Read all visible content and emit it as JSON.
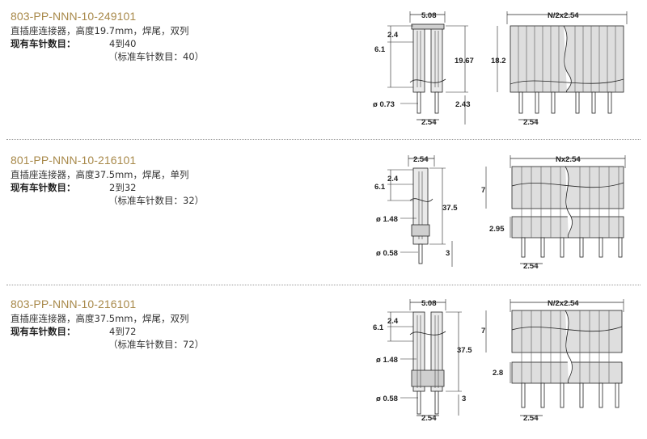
{
  "products": [
    {
      "part_number": "803-PP-NNN-10-249101",
      "description": "直插座连接器，高度19.7mm，焊尾，双列",
      "pins_label": "现有车针数目：",
      "pins_value": "4到40",
      "standard_pins": "（标准车针数目：40）",
      "dims": {
        "pitch_top": "5.08",
        "pitch_bottom": "2.54",
        "a": "2.4",
        "b": "6.1",
        "height": "19.67",
        "tail": "2.43",
        "dia": "ø 0.73",
        "right_width": "N/2x2.54",
        "right_height": "18.2",
        "right_pitch": "2.54"
      }
    },
    {
      "part_number": "801-PP-NNN-10-216101",
      "description": "直插座连接器，高度37.5mm，焊尾，单列",
      "pins_label": "现有车针数目：",
      "pins_value": "2到32",
      "standard_pins": "（标准车针数目：32）",
      "dims": {
        "pitch_top": "2.54",
        "a": "2.4",
        "b": "6.1",
        "height": "37.5",
        "dia1": "ø 1.48",
        "dia2": "ø 0.58",
        "tail": "3",
        "right_width": "Nx2.54",
        "right_h1": "7",
        "right_h2": "2.95",
        "right_pitch": "2.54"
      }
    },
    {
      "part_number": "803-PP-NNN-10-216101",
      "description": "直插座连接器，高度37.5mm，焊尾，双列",
      "pins_label": "现有车针数目：",
      "pins_value": "4到72",
      "standard_pins": "（标准车针数目：72）",
      "dims": {
        "pitch_top": "5.08",
        "pitch_bottom": "2.54",
        "a": "2.4",
        "b": "6.1",
        "height": "37.5",
        "dia1": "ø 1.48",
        "dia2": "ø 0.58",
        "tail": "3",
        "right_width": "N/2x2.54",
        "right_h1": "7",
        "right_h2": "2.8",
        "right_pitch": "2.54"
      }
    }
  ]
}
